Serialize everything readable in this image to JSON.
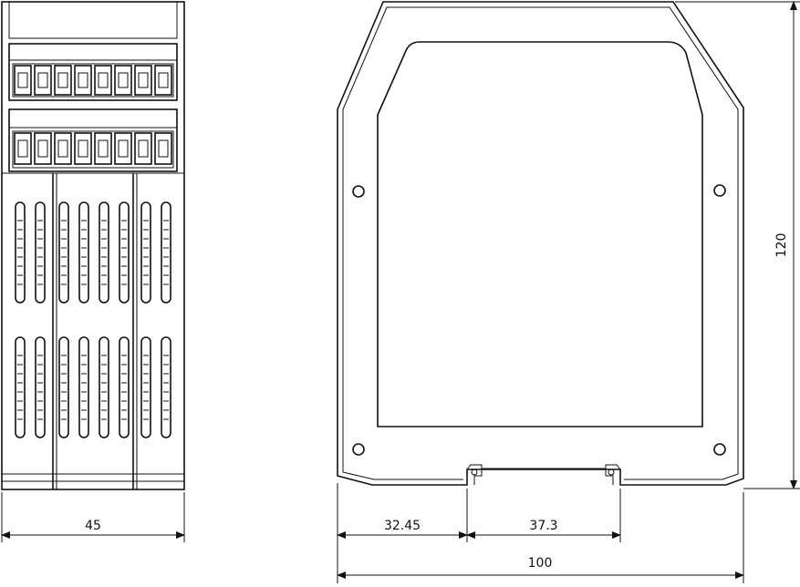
{
  "dimensions": {
    "width_front": "45",
    "offset_left": "32.45",
    "rail_width": "37.3",
    "depth_total": "100",
    "height": "120"
  }
}
